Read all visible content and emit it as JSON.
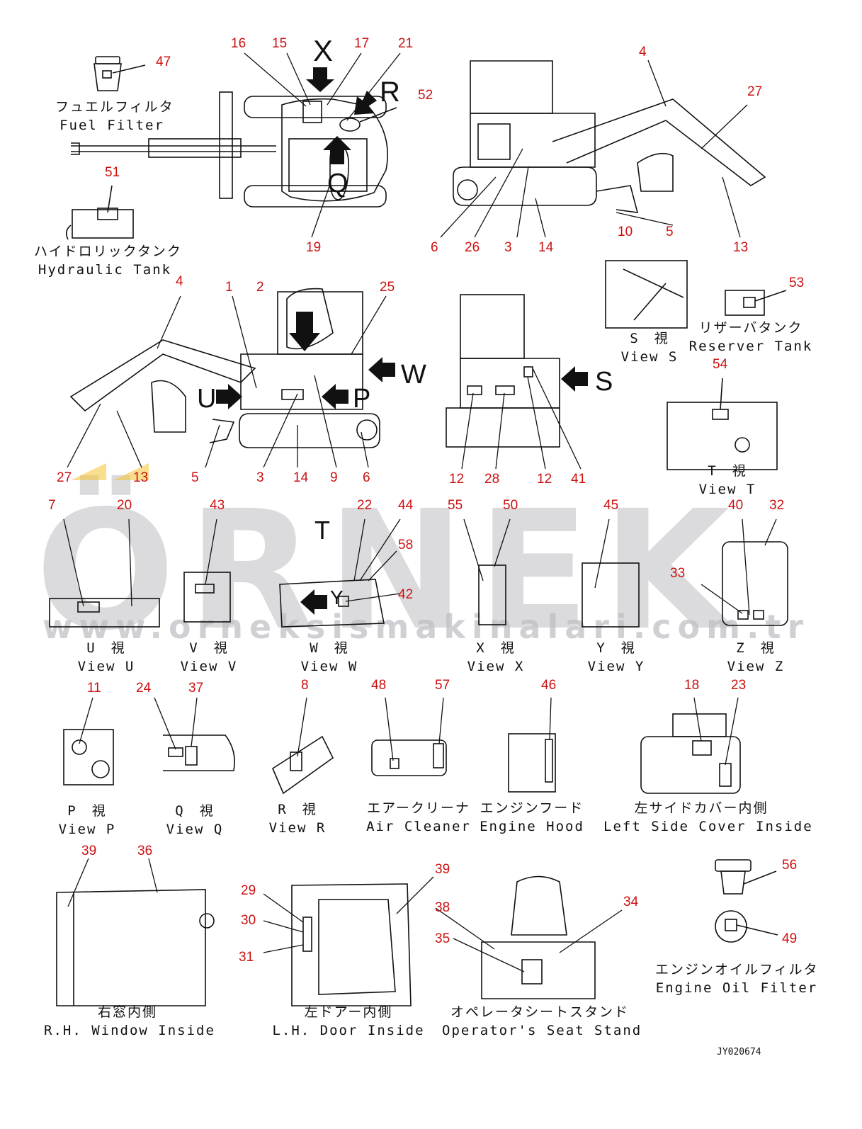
{
  "watermark": {
    "brand": "ÖRNEK",
    "url": "www.orneksismakinalari.com.tr"
  },
  "doc_id": "JY020674",
  "view_letters": [
    {
      "id": "x",
      "text": "X"
    },
    {
      "id": "r",
      "text": "R"
    },
    {
      "id": "q",
      "text": "Q"
    },
    {
      "id": "u",
      "text": "U"
    },
    {
      "id": "p",
      "text": "P"
    },
    {
      "id": "w",
      "text": "W"
    },
    {
      "id": "s",
      "text": "S"
    },
    {
      "id": "t",
      "text": "T"
    },
    {
      "id": "y",
      "text": "Y"
    }
  ],
  "captions": [
    {
      "id": "fuel-filter",
      "jp": "フュエルフィルタ",
      "en": "Fuel Filter"
    },
    {
      "id": "hydraulic-tank",
      "jp": "ハイドロリックタンク",
      "en": "Hydraulic Tank"
    },
    {
      "id": "view-s",
      "jp": "S　視",
      "en": "View S"
    },
    {
      "id": "reserver-tank",
      "jp": "リザーバタンク",
      "en": "Reserver Tank"
    },
    {
      "id": "view-t",
      "jp": "T　視",
      "en": "View T"
    },
    {
      "id": "view-u",
      "jp": "U　視",
      "en": "View U"
    },
    {
      "id": "view-v",
      "jp": "V　視",
      "en": "View V"
    },
    {
      "id": "view-w",
      "jp": "W　視",
      "en": "View W"
    },
    {
      "id": "view-x",
      "jp": "X　視",
      "en": "View X"
    },
    {
      "id": "view-y",
      "jp": "Y　視",
      "en": "View Y"
    },
    {
      "id": "view-z",
      "jp": "Z　視",
      "en": "View Z"
    },
    {
      "id": "view-p",
      "jp": "P　視",
      "en": "View P"
    },
    {
      "id": "view-q",
      "jp": "Q　視",
      "en": "View Q"
    },
    {
      "id": "view-r",
      "jp": "R　視",
      "en": "View R"
    },
    {
      "id": "air-cleaner",
      "jp": "エアークリーナ",
      "en": "Air Cleaner"
    },
    {
      "id": "engine-hood",
      "jp": "エンジンフード",
      "en": "Engine Hood"
    },
    {
      "id": "left-side-cover",
      "jp": "左サイドカバー内側",
      "en": "Left Side Cover Inside"
    },
    {
      "id": "rh-window",
      "jp": "右窓内側",
      "en": "R.H. Window Inside"
    },
    {
      "id": "lh-door",
      "jp": "左ドアー内側",
      "en": "L.H. Door Inside"
    },
    {
      "id": "seat-stand",
      "jp": "オペレータシートスタンド",
      "en": "Operator's Seat Stand"
    },
    {
      "id": "engine-oil-filter",
      "jp": "エンジンオイルフィルタ",
      "en": "Engine Oil Filter"
    }
  ],
  "callouts": [
    "16",
    "15",
    "17",
    "21",
    "47",
    "52",
    "51",
    "19",
    "4",
    "27",
    "6",
    "26",
    "3",
    "14",
    "5",
    "13",
    "10",
    "53",
    "54",
    "1",
    "2",
    "25",
    "4",
    "27",
    "13",
    "5",
    "3",
    "14",
    "9",
    "6",
    "12",
    "28",
    "12",
    "41",
    "7",
    "20",
    "43",
    "22",
    "44",
    "58",
    "42",
    "55",
    "50",
    "45",
    "40",
    "32",
    "33",
    "11",
    "24",
    "37",
    "8",
    "48",
    "57",
    "46",
    "18",
    "23",
    "39",
    "36",
    "29",
    "30",
    "31",
    "39",
    "38",
    "35",
    "34",
    "56",
    "49"
  ],
  "colors": {
    "callout": "#cc1111",
    "line": "#111111",
    "watermark": "#cfcfd3",
    "accent": "#f2c230"
  }
}
